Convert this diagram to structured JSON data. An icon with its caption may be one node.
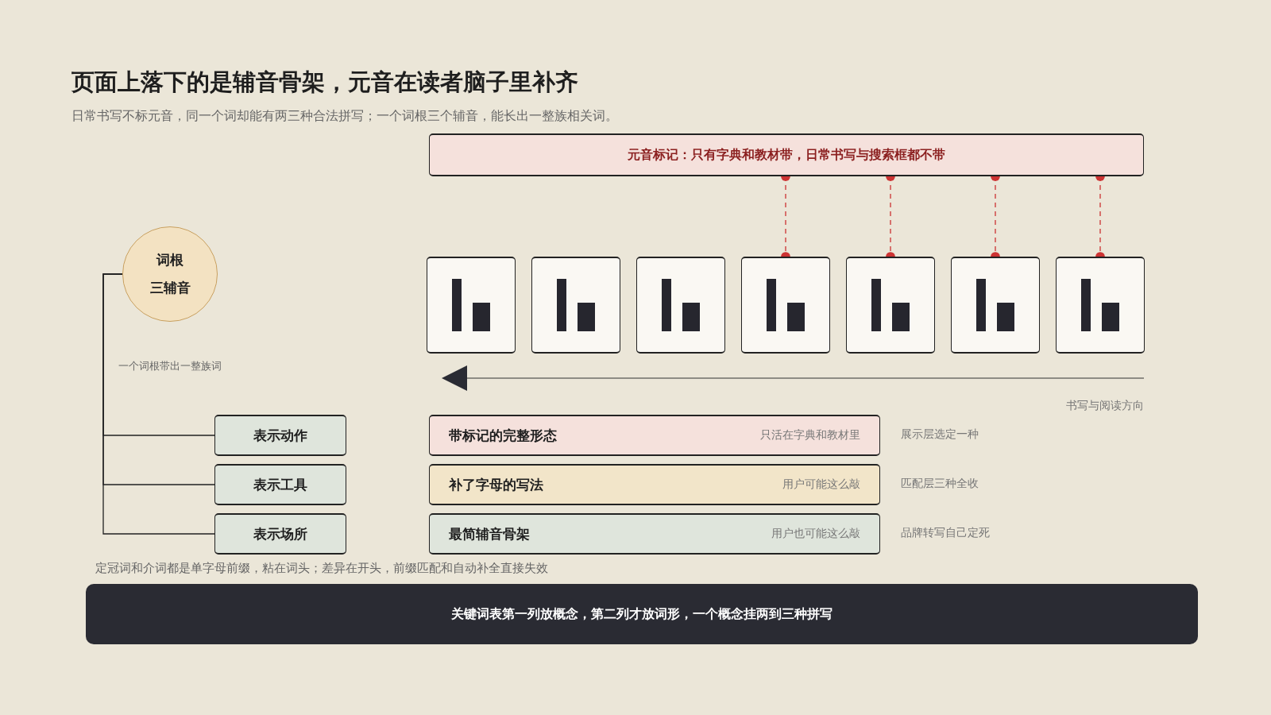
{
  "diagram": {
    "title": "页面上落下的是辅音骨架，元音在读者脑子里补齐",
    "nodes": [
      {
        "text": [
          "元音标记：只有字典和教材带，日常书写与搜索框都不带"
        ]
      },
      {
        "text": [],
        "shape": "box"
      },
      {
        "text": [],
        "shape": "box"
      },
      {
        "text": [],
        "shape": "box"
      },
      {
        "text": [],
        "shape": "box"
      },
      {
        "text": [],
        "shape": "box"
      },
      {
        "text": [],
        "shape": "box"
      },
      {
        "text": [],
        "shape": "box"
      },
      {
        "text": [
          "词根",
          "三辅音"
        ],
        "beside": [
          "一个词根带出一整族词"
        ]
      },
      {
        "text": [
          "表示动作"
        ]
      },
      {
        "text": [
          "表示工具"
        ]
      },
      {
        "text": [
          "表示场所"
        ]
      },
      {
        "text": [
          "带标记的完整形态",
          "只活在字典和教材里"
        ],
        "beside": [
          "展示层选定一种"
        ]
      },
      {
        "text": [
          "补了字母的写法",
          "用户可能这么敲"
        ],
        "beside": [
          "匹配层三种全收"
        ]
      },
      {
        "text": [
          "最简辅音骨架",
          "用户也可能这么敲"
        ],
        "beside": [
          "品牌转写自己定死"
        ]
      },
      {
        "text": [
          "关键词表第一列放概念，第二列才放词形，一个概念挂两到三种拼写"
        ]
      }
    ],
    "edges": [
      {
        "from": 0,
        "to": 4,
        "arrow": "other",
        "style": "dashed",
        "color": "#cc3333"
      },
      {
        "from": 0,
        "to": 5,
        "arrow": "other",
        "style": "dashed",
        "color": "#cc3333"
      },
      {
        "from": 0,
        "to": 6,
        "arrow": "other",
        "style": "dashed",
        "color": "#cc3333"
      },
      {
        "from": 0,
        "to": 7,
        "arrow": "other",
        "style": "dashed",
        "color": "#cc3333"
      },
      {
        "from": 8,
        "to": 9,
        "arrow": "none",
        "color": "#222222"
      },
      {
        "from": 8,
        "to": 10,
        "arrow": "none",
        "color": "#222222"
      },
      {
        "from": 8,
        "to": 11,
        "arrow": "none",
        "color": "#222222"
      }
    ],
    "labels": [
      "日常书写不标元音，同一个词却能有两三种合法拼写；一个词根三个辅音，能长出一整族相关词。",
      "书写与阅读方向",
      "定冠词和介词都是单字母前缀，粘在词头；差异在开头，前缀匹配和自动补全直接失效"
    ]
  }
}
